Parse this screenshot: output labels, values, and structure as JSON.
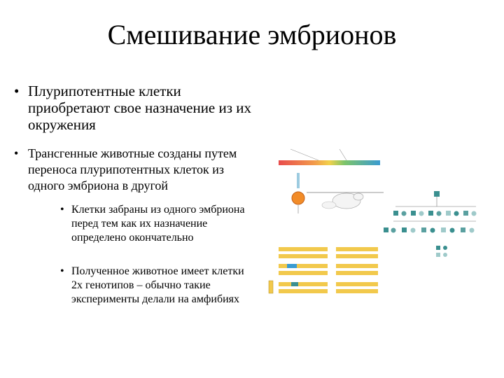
{
  "slide": {
    "title": "Смешивание эмбрионов",
    "bullets": [
      {
        "text": "Плурипотентные клетки приобретают свое назначение из их окружения"
      },
      {
        "text": "Трансгенные животные созданы путем переноса плурипотентных клеток из одного эмбриона в другой",
        "sub": [
          "Клетки забраны из одного эмбриона перед тем как их назначение определено окончательно",
          "Полученное животное имеет клетки 2х генотипов – обычно такие эксперименты делали на амфибиях"
        ]
      }
    ]
  },
  "figure": {
    "colors": {
      "rainbow_start": "#e84c4c",
      "rainbow_mid": "#f2d14b",
      "rainbow_end": "#3a9bd1",
      "teal": "#3a8f8f",
      "yellow": "#f2c94c",
      "egg": "#f28c28"
    }
  }
}
